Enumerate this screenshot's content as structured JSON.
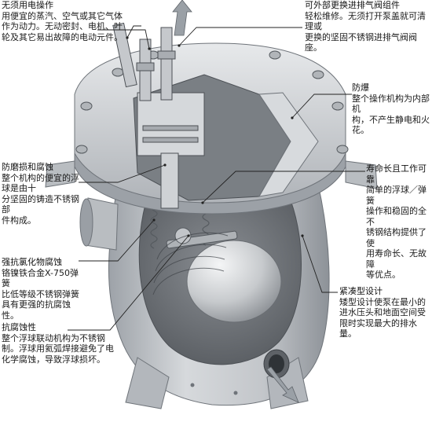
{
  "callouts": {
    "no_electric": {
      "title": "无须用电操作",
      "body": "用便宜的蒸汽、空气或其它气体\n作为动力。无动密封、电机、叶\n轮及其它易出故障的电动元件。"
    },
    "vent_valve": {
      "title": "可外部更换进排气阀组件",
      "body": "轻松维修。无须打开泵盖就可清理或\n更换的坚固不锈钢进排气阀阀座。"
    },
    "explosion_proof": {
      "title": "防爆",
      "body": "整个操作机构为内部机\n构，不产生静电和火花。"
    },
    "anti_wear": {
      "title": "防磨损和腐蚀",
      "body": "整个机构的便宜的浮球是由十\n分坚固的铸造不锈钢部\n件构成。"
    },
    "long_life": {
      "title": "寿命长且工作可靠",
      "body": "简单的浮球／弹簧\n操作和稳固的全不\n锈钢结构提供了使\n用寿命长、无故障\n等优点。"
    },
    "chloride": {
      "title": "强抗氯化物腐蚀",
      "body": "铬镍铁合金X-750弹簧\n比低等级不锈钢弹簧\n具有更强的抗腐蚀性。"
    },
    "compact": {
      "title": "紧凑型设计",
      "body": "矮型设计使泵在最小的\n进水压头和地面空间受\n限时实现最大的排水\n量。"
    },
    "anti_corrosion": {
      "title": "抗腐蚀性",
      "body": "整个浮球联动机构为不锈钢\n制。浮球用氦弧焊接避免了电\n化学腐蚀，导致浮球损坏。"
    }
  },
  "colors": {
    "casting": "#c9ccd0",
    "casting_dark": "#8f949a",
    "casting_light": "#e4e6e9",
    "interior": "#6e7277",
    "float_ball": "#d8dadd",
    "arrow": "#9aa0a6"
  }
}
